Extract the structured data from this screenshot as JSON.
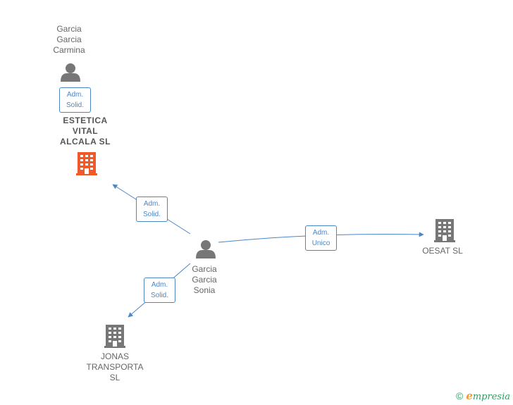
{
  "colors": {
    "edge": "#4a86c8",
    "person_icon": "#777777",
    "company_icon": "#777777",
    "highlight_company_icon": "#f05a28"
  },
  "nodes": {
    "carmina": {
      "label": "Garcia\nGarcia\nCarmina",
      "icon": "person-icon"
    },
    "estetica": {
      "label": "ESTETICA\nVITAL\nALCALA SL",
      "icon": "building-icon"
    },
    "sonia": {
      "label": "Garcia\nGarcia\nSonia",
      "icon": "person-icon"
    },
    "oesat": {
      "label": "OESAT SL",
      "icon": "building-icon"
    },
    "jonas": {
      "label": "JONAS\nTRANSPORTA\nSL",
      "icon": "building-icon"
    }
  },
  "edges": {
    "carmina_estetica": {
      "label": "Adm.\nSolid."
    },
    "sonia_estetica": {
      "label": "Adm.\nSolid."
    },
    "sonia_oesat": {
      "label": "Adm.\nUnico"
    },
    "sonia_jonas": {
      "label": "Adm.\nSolid."
    }
  },
  "footer": {
    "copyright": "©",
    "brand_initial": "e",
    "brand_rest": "mpresia"
  }
}
